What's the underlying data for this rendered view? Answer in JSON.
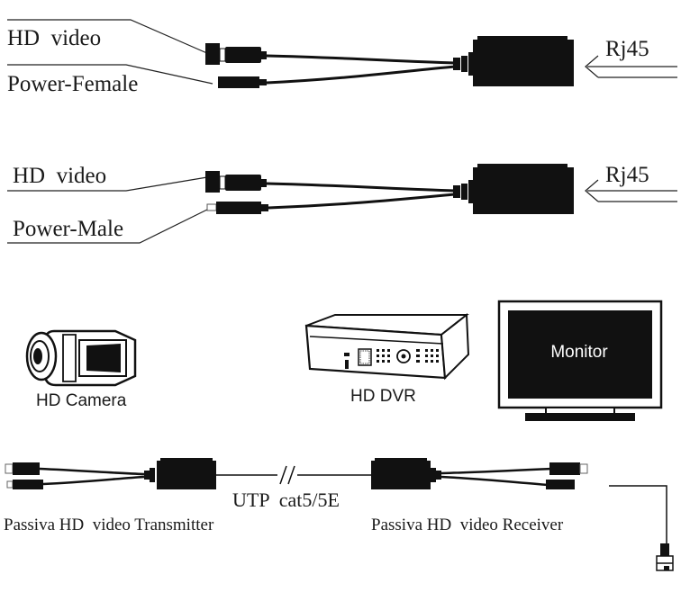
{
  "adapter_top": {
    "video_label": "HD  video",
    "power_label": "Power-Female",
    "rj45_label": "Rj45"
  },
  "adapter_bottom": {
    "video_label": "HD  video",
    "power_label": "Power-Male",
    "rj45_label": "Rj45"
  },
  "devices": {
    "camera_label": "HD Camera",
    "dvr_label": "HD DVR",
    "monitor_label": "Monitor"
  },
  "link": {
    "cable_label": "UTP  cat5/5E",
    "transmitter_label": "Passiva HD  video Transmitter",
    "receiver_label": "Passiva HD  video Receiver"
  }
}
